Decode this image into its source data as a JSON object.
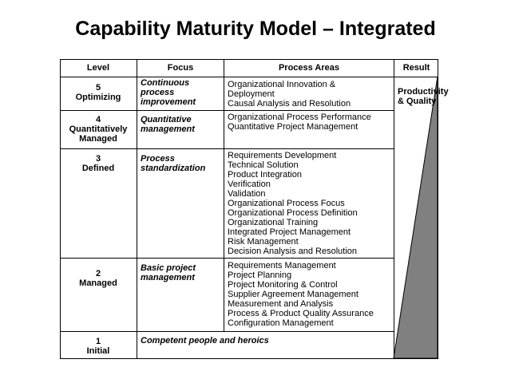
{
  "title": "Capability Maturity Model – Integrated",
  "headers": {
    "level": "Level",
    "focus": "Focus",
    "process_areas": "Process Areas",
    "result": "Result"
  },
  "levels": [
    {
      "number": "5",
      "name": "Optimizing",
      "focus": [
        "Continuous",
        "process",
        "improvement"
      ],
      "process_areas": [
        "Organizational Innovation &",
        "Deployment",
        "Causal Analysis and Resolution"
      ]
    },
    {
      "number": "4",
      "name": "Quantitatively Managed",
      "name_lines": [
        "Quantitatively",
        "Managed"
      ],
      "focus": [
        "Quantitative",
        "management"
      ],
      "process_areas": [
        "Organizational Process Performance",
        "Quantitative Project Management"
      ]
    },
    {
      "number": "3",
      "name": "Defined",
      "focus": [
        "Process",
        "standardization"
      ],
      "process_areas": [
        "Requirements Development",
        "Technical Solution",
        "Product Integration",
        "Verification",
        "Validation",
        "Organizational Process Focus",
        "Organizational Process Definition",
        "Organizational Training",
        "Integrated Project Management",
        "Risk Management",
        "Decision Analysis and Resolution"
      ]
    },
    {
      "number": "2",
      "name": "Managed",
      "focus": [
        "Basic project",
        "management"
      ],
      "process_areas": [
        "Requirements Management",
        "Project Planning",
        "Project Monitoring & Control",
        "Supplier Agreement Management",
        "Measurement and Analysis",
        "Process & Product Quality Assurance",
        "Configuration Management"
      ]
    },
    {
      "number": "1",
      "name": "Initial",
      "focus": [
        "Competent people and heroics"
      ],
      "process_areas": []
    }
  ],
  "result": {
    "label": [
      "Productivity",
      "& Quality"
    ],
    "fill_color": "#808080"
  }
}
